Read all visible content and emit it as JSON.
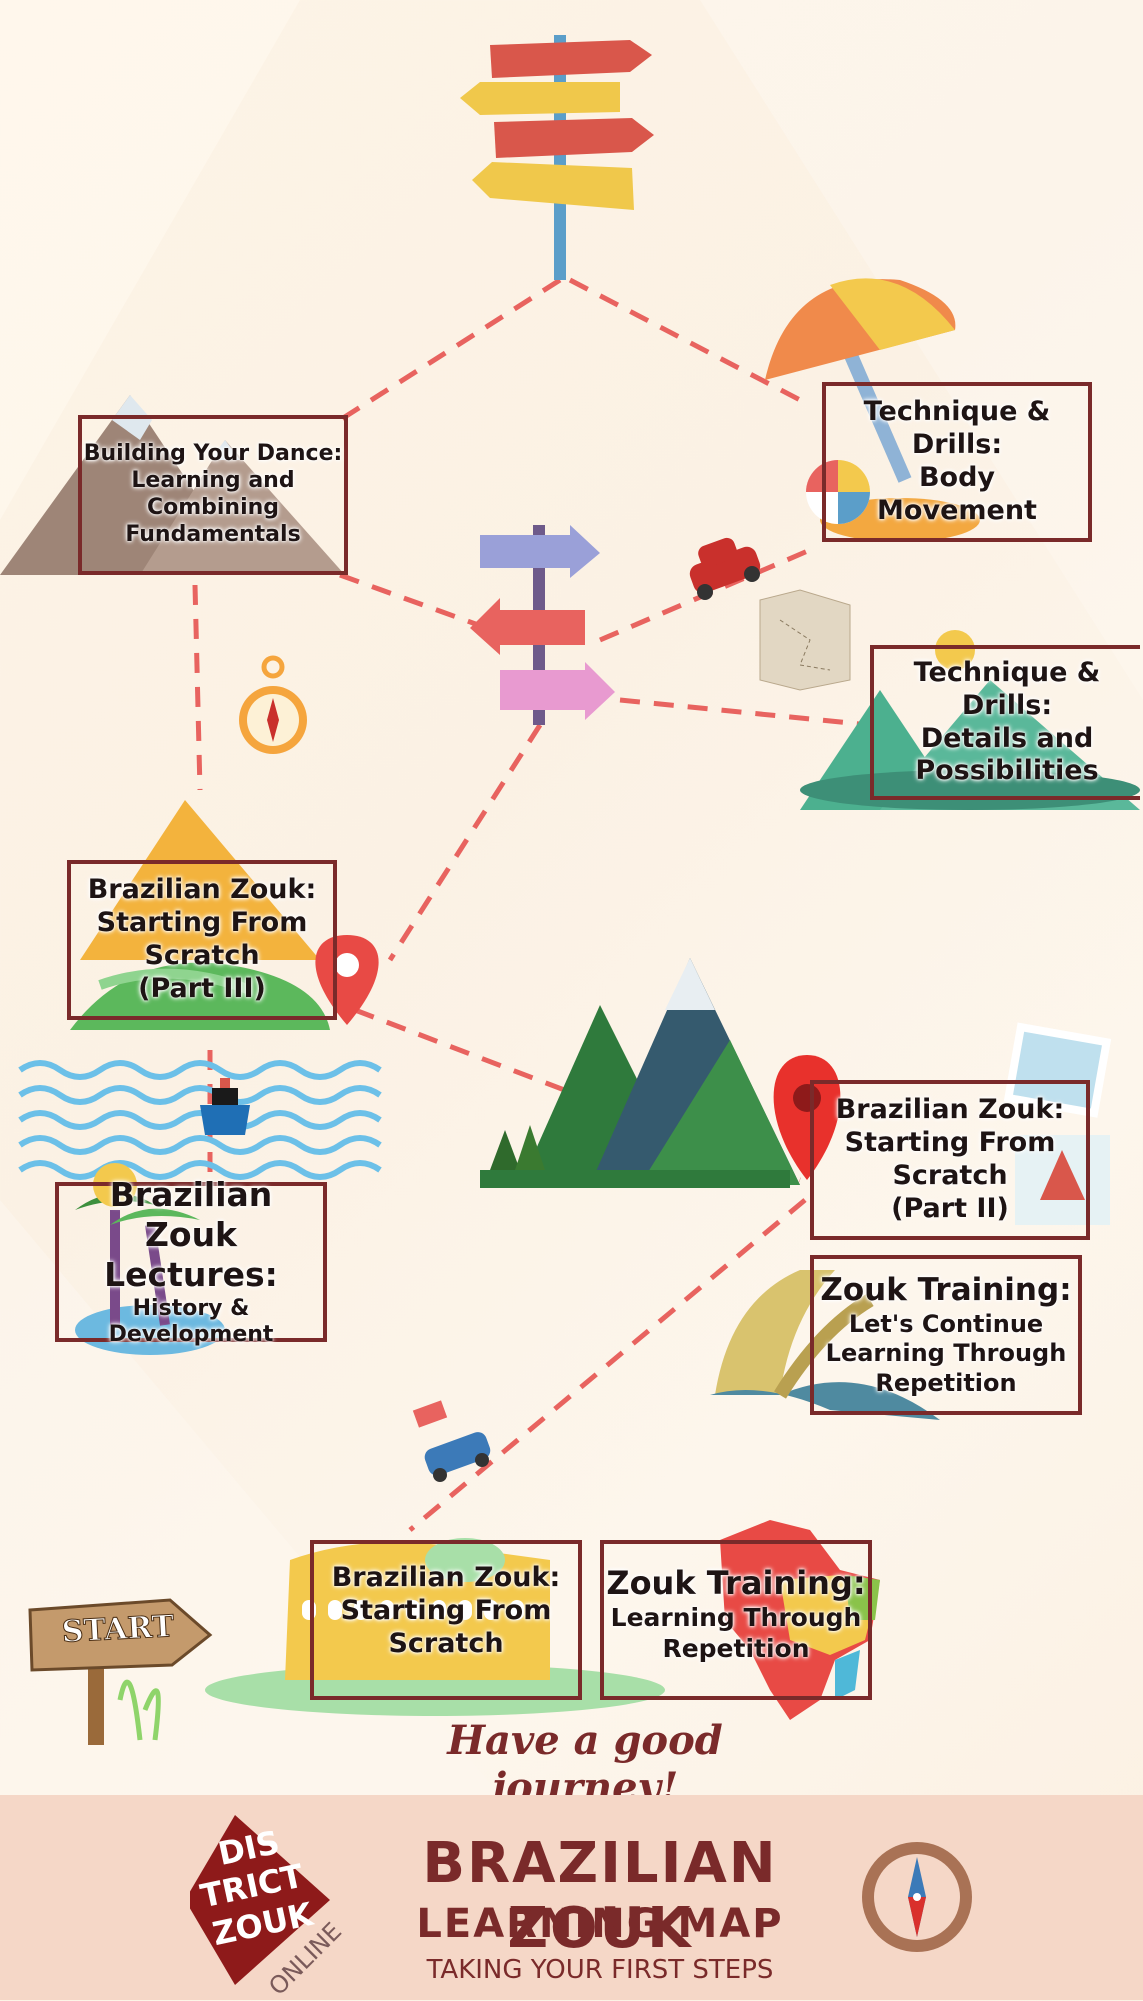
{
  "colors": {
    "accent": "#7a2a2a",
    "path": "#e8635f",
    "footer_bg": "#f5d7c7"
  },
  "icons": [
    "signpost-icon",
    "umbrella-icon",
    "beach-ball-icon",
    "car-icon",
    "map-icon",
    "sun-icon",
    "compass-icon",
    "location-pin-icon",
    "ship-icon",
    "palm-tree-icon",
    "mountain-icon",
    "great-wall-icon",
    "colosseum-icon",
    "brazil-map-icon",
    "start-sign-icon",
    "district-zouk-logo"
  ],
  "stops": {
    "building": [
      "Building Your Dance:",
      "Learning and",
      "Combining",
      "Fundamentals"
    ],
    "body_movement": [
      "Technique &",
      "Drills:",
      "Body",
      "Movement"
    ],
    "details": [
      "Technique &",
      "Drills:",
      "Details and",
      "Possibilities"
    ],
    "part3": [
      "Brazilian Zouk:",
      "Starting From",
      "Scratch",
      "(Part III)"
    ],
    "part2": [
      "Brazilian Zouk:",
      "Starting From",
      "Scratch",
      "(Part II)"
    ],
    "lectures": [
      "Brazilian Zouk",
      "Lectures:",
      "History &",
      "Development"
    ],
    "continue": [
      "Zouk Training:",
      "Let's Continue",
      "Learning Through",
      "Repetition"
    ],
    "scratch": [
      "Brazilian Zouk:",
      "Starting From",
      "Scratch"
    ],
    "repetition": [
      "Zouk Training:",
      "Learning Through",
      "Repetition"
    ]
  },
  "start_label": "START",
  "journey_text": "Have a good journey!",
  "footer": {
    "logo_lines": [
      "DIS",
      "TRICT",
      "ZOUK",
      "ONLINE"
    ],
    "title_line1": "BRAZILIAN ZOUK",
    "title_line2": "LEARNING MAP",
    "subtitle": "TAKING YOUR FIRST STEPS"
  }
}
